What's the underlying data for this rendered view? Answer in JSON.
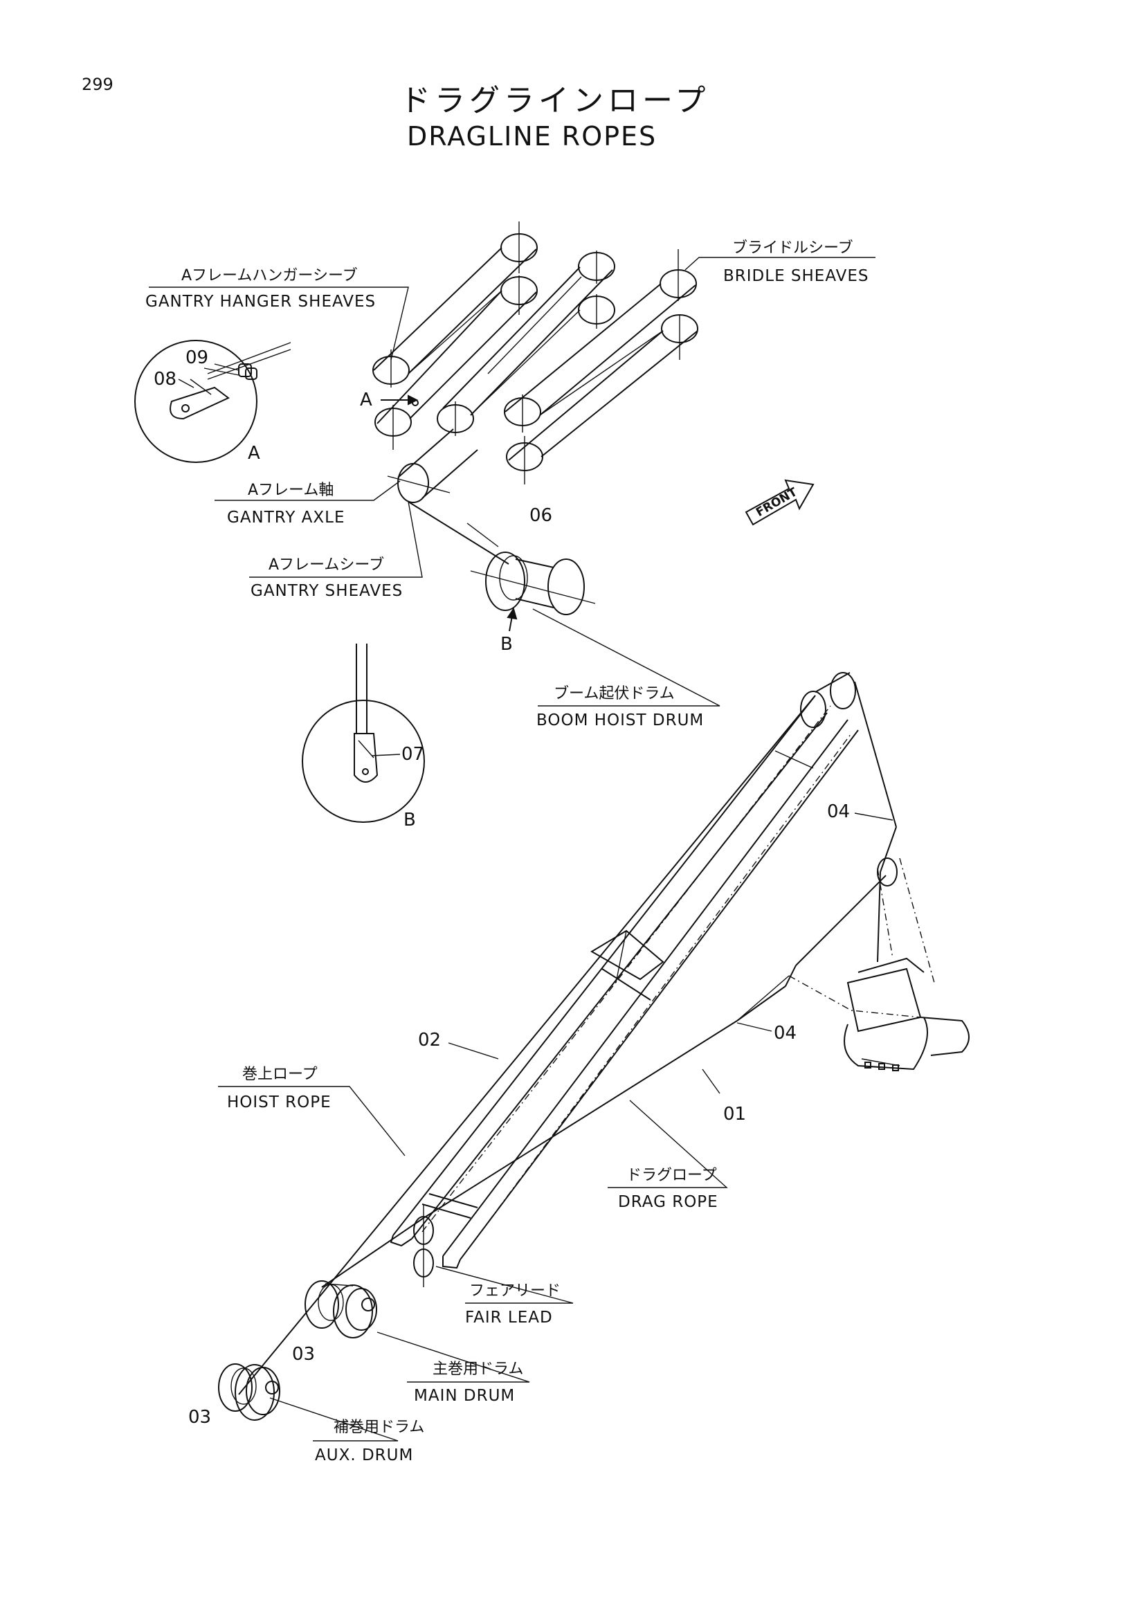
{
  "page_number": "299",
  "title": {
    "japanese": "ドラグラインロープ",
    "english": "DRAGLINE ROPES"
  },
  "labels": {
    "gantry_hanger_sheaves": {
      "jp": "Aフレームハンガーシーブ",
      "en": "GANTRY HANGER SHEAVES"
    },
    "bridle_sheaves": {
      "jp": "ブライドルシーブ",
      "en": "BRIDLE SHEAVES"
    },
    "gantry_axle": {
      "jp": "Aフレーム軸",
      "en": "GANTRY AXLE"
    },
    "gantry_sheaves": {
      "jp": "Aフレームシーブ",
      "en": "GANTRY SHEAVES"
    },
    "boom_hoist_drum": {
      "jp": "ブーム起伏ドラム",
      "en": "BOOM HOIST DRUM"
    },
    "hoist_rope": {
      "jp": "巻上ロープ",
      "en": "HOIST ROPE"
    },
    "drag_rope": {
      "jp": "ドラグロープ",
      "en": "DRAG ROPE"
    },
    "fair_lead": {
      "jp": "フェアリード",
      "en": "FAIR LEAD"
    },
    "main_drum": {
      "jp": "主巻用ドラム",
      "en": "MAIN DRUM"
    },
    "aux_drum": {
      "jp": "補巻用ドラム",
      "en": "AUX. DRUM"
    }
  },
  "callouts": {
    "p08": "08",
    "p09": "09",
    "detail_a": "A",
    "arrow_a": "A",
    "p06": "06",
    "arrow_b": "B",
    "p07": "07",
    "detail_b": "B",
    "p04_top": "04",
    "p04_mid": "04",
    "p02": "02",
    "p01": "01",
    "p03_main": "03",
    "p03_aux": "03"
  },
  "front_label": "FRONT",
  "diagram": {
    "components": [
      "gantry-hanger-sheaves",
      "bridle-sheaves",
      "gantry-axle",
      "gantry-sheaves",
      "boom-hoist-drum",
      "boom",
      "bucket",
      "fair-lead",
      "main-drum",
      "aux-drum"
    ],
    "ropes": [
      "hoist-rope",
      "drag-rope",
      "boom-hoist-rope"
    ],
    "details": [
      "detail-a-rope-socket",
      "detail-b-wedge-socket"
    ]
  }
}
